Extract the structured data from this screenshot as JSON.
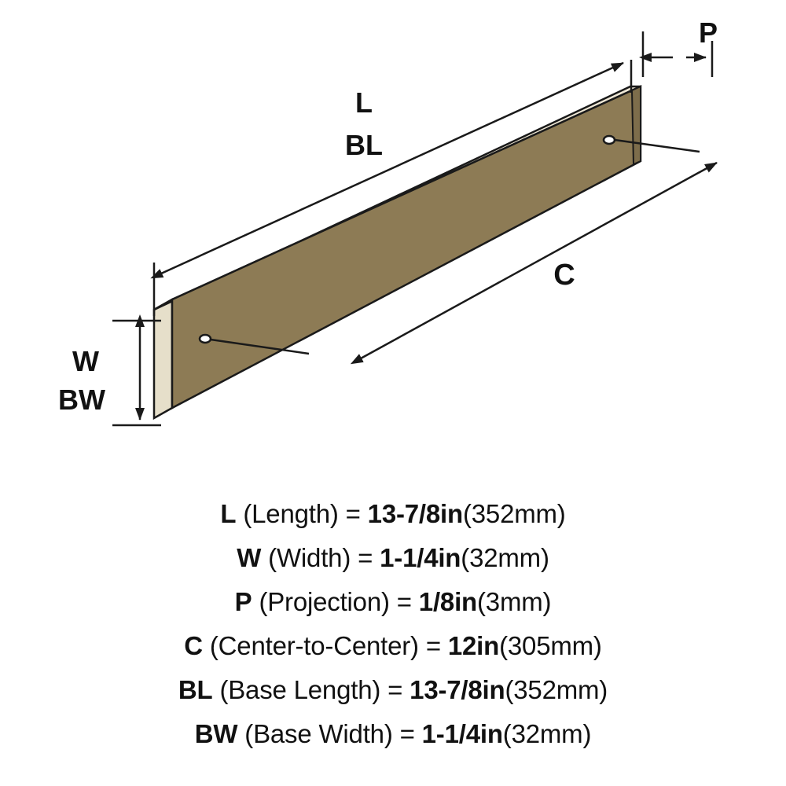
{
  "diagram": {
    "labels": {
      "length_top": "L",
      "base_length_top": "BL",
      "width_left": "W",
      "base_width_left": "BW",
      "center_to_center": "C",
      "projection": "P"
    },
    "colors": {
      "bar_face": "#8d7b55",
      "bar_edge": "#efe8d6",
      "bar_top": "#e9e1cc",
      "outline": "#1a1a1a",
      "background": "#ffffff"
    }
  },
  "specs": [
    {
      "symbol": "L",
      "name": "(Length)",
      "equals": "=",
      "value": "13-7/8in",
      "metric": "(352mm)"
    },
    {
      "symbol": "W",
      "name": "(Width)",
      "equals": "=",
      "value": "1-1/4in",
      "metric": "(32mm)"
    },
    {
      "symbol": "P",
      "name": "(Projection)",
      "equals": "=",
      "value": "1/8in",
      "metric": "(3mm)"
    },
    {
      "symbol": "C",
      "name": "(Center-to-Center)",
      "equals": "=",
      "value": "12in",
      "metric": "(305mm)"
    },
    {
      "symbol": "BL",
      "name": "(Base Length)",
      "equals": "=",
      "value": "13-7/8in",
      "metric": "(352mm)"
    },
    {
      "symbol": "BW",
      "name": "(Base Width)",
      "equals": "=",
      "value": "1-1/4in",
      "metric": "(32mm)"
    }
  ]
}
